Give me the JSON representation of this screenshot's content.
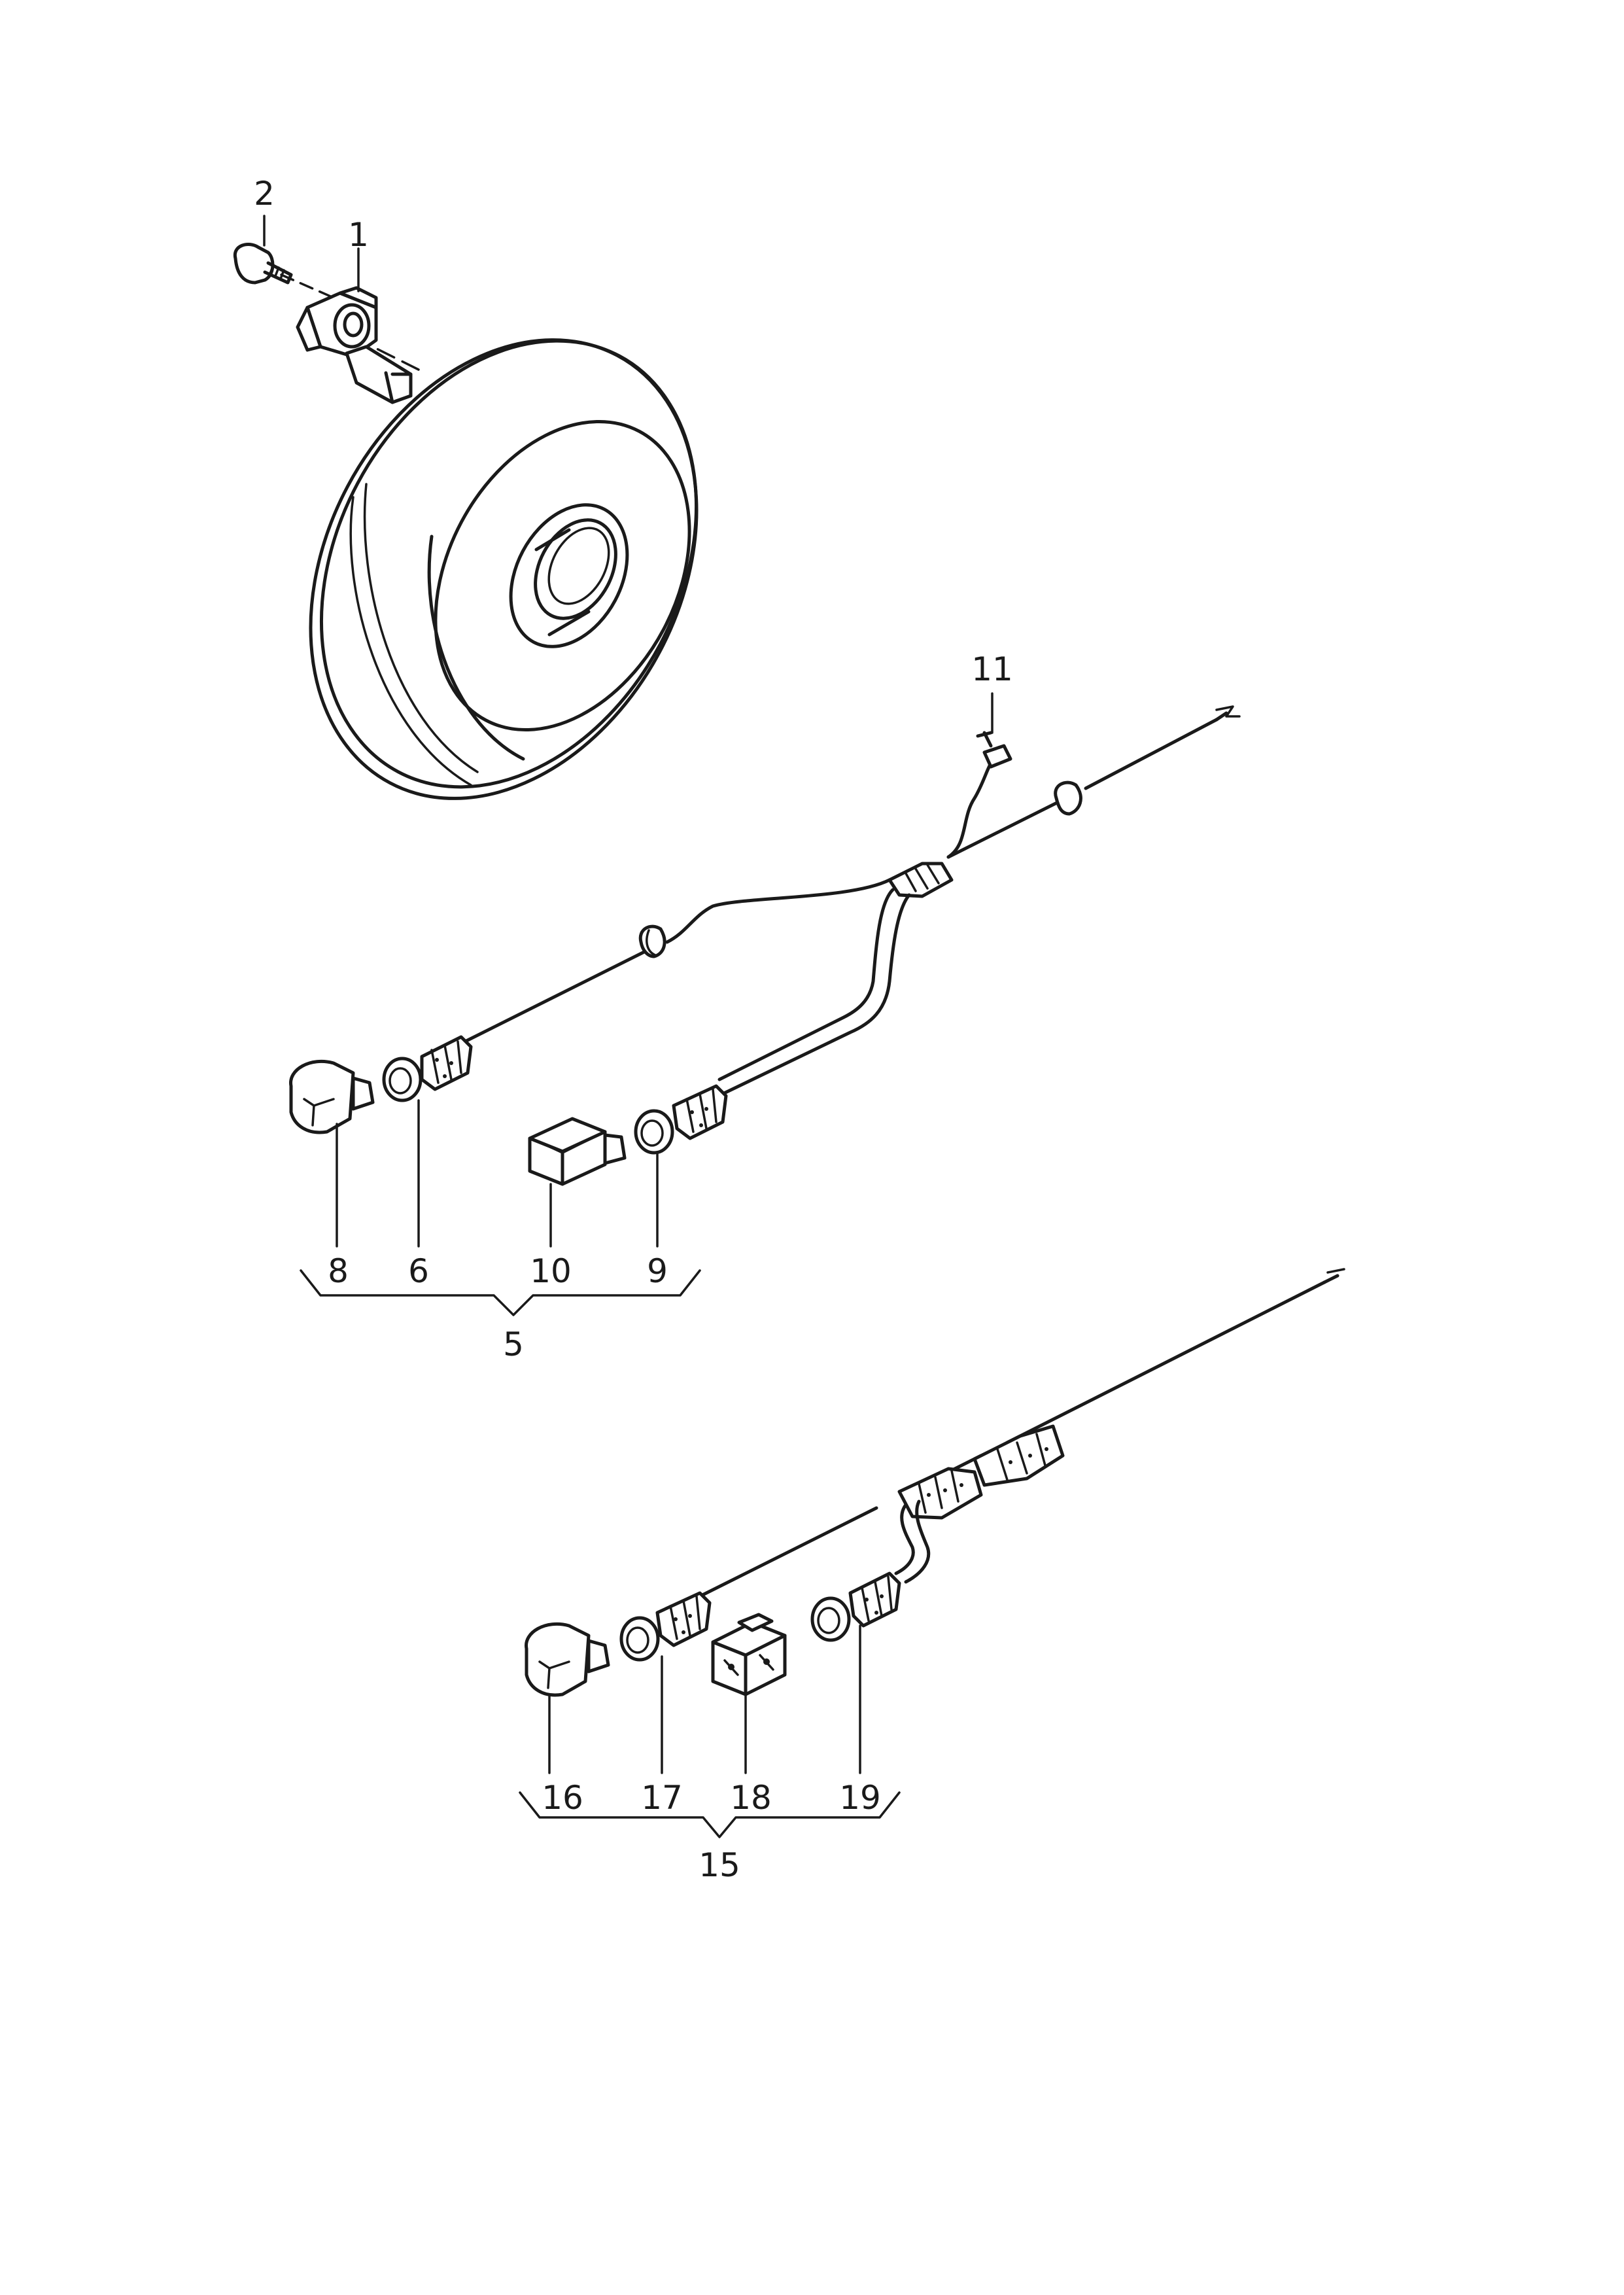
{
  "callouts": {
    "c1": "1",
    "c2": "2",
    "c5": "5",
    "c6": "6",
    "c8": "8",
    "c9": "9",
    "c10": "10",
    "c11": "11",
    "c15": "15",
    "c16": "16",
    "c17": "17",
    "c18": "18",
    "c19": "19"
  }
}
